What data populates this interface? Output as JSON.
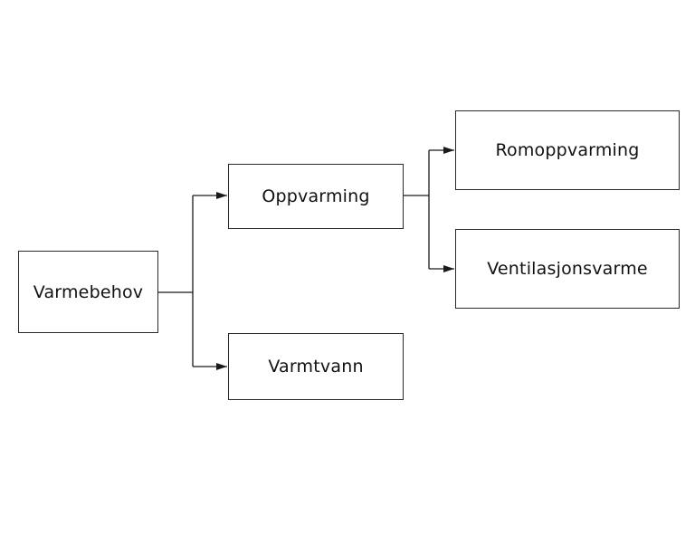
{
  "nodes": {
    "varmebehov": "Varmebehov",
    "oppvarming": "Oppvarming",
    "varmtvann": "Varmtvann",
    "romoppvarming": "Romoppvarming",
    "ventilasjonsvarme": "Ventilasjonsvarme"
  },
  "edges": [
    {
      "from": "varmebehov",
      "to": "oppvarming"
    },
    {
      "from": "varmebehov",
      "to": "varmtvann"
    },
    {
      "from": "oppvarming",
      "to": "romoppvarming"
    },
    {
      "from": "oppvarming",
      "to": "ventilasjonsvarme"
    }
  ],
  "colors": {
    "line": "#1a1a1a",
    "box_border": "#2a2a2a",
    "text": "#111111"
  }
}
